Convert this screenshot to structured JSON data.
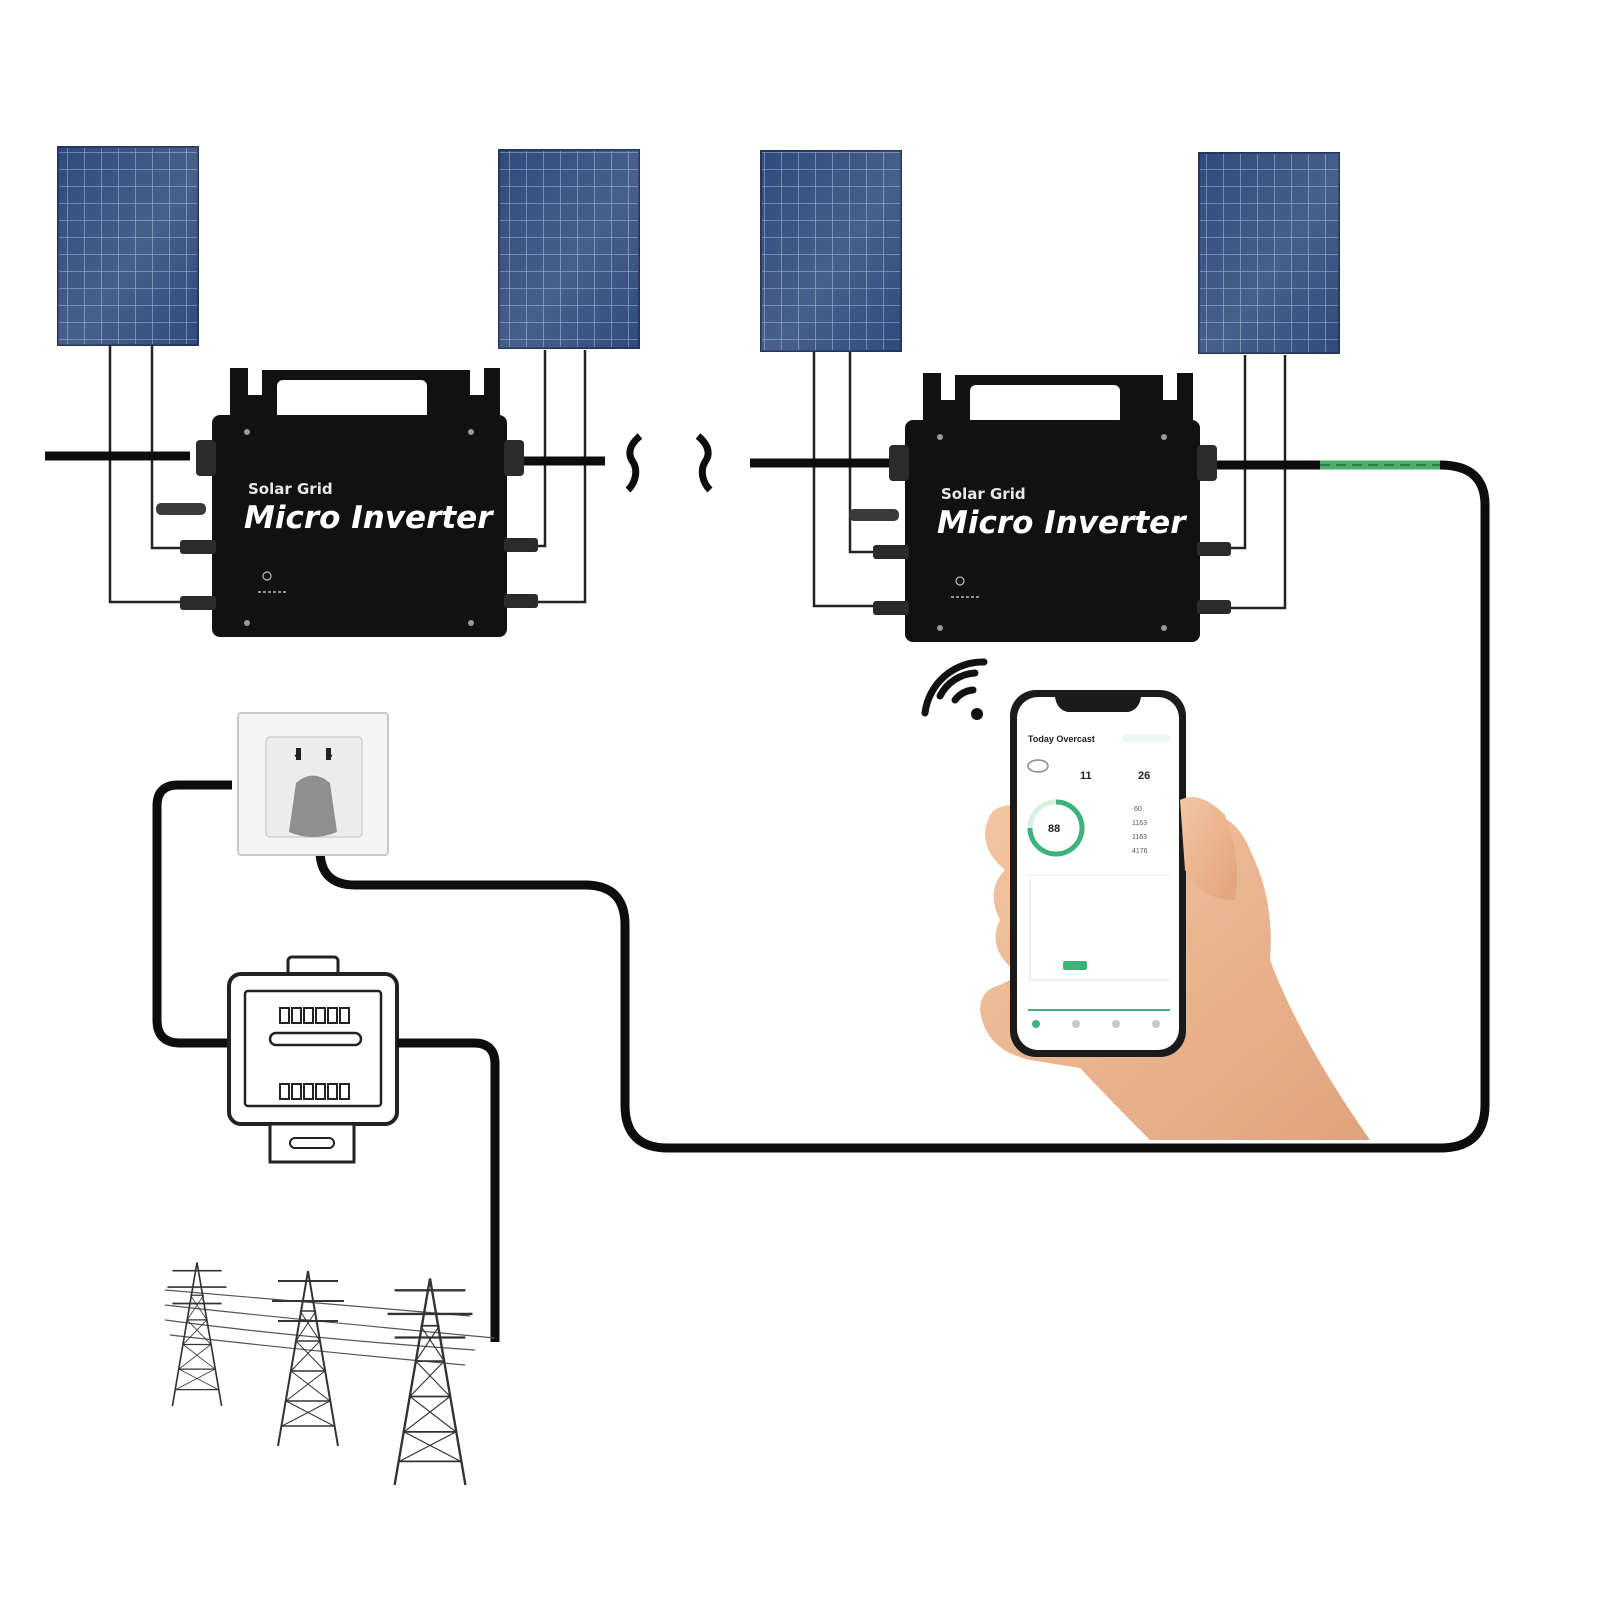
{
  "inverters": [
    {
      "subtitle": "Solar Grid",
      "title": "Micro Inverter"
    },
    {
      "subtitle": "Solar Grid",
      "title": "Micro Inverter"
    }
  ],
  "phone": {
    "header": "Today Overcast",
    "temp_value": "11",
    "temp2_value": "26",
    "gauge_value": "88",
    "stats": [
      "60",
      "1163",
      "1163",
      "4176"
    ]
  },
  "colors": {
    "panel": "#2f4a7c",
    "panel_grid": "#8ea3c6",
    "inverter": "#111111",
    "cable": "#0d0d0d",
    "ground_wire": "#4caf6a",
    "app_accent": "#3cb37a"
  },
  "icons": [
    "wifi-icon",
    "socket-icon",
    "plug-icon",
    "electric-meter-icon",
    "power-tower-icon",
    "solar-panel-icon"
  ]
}
